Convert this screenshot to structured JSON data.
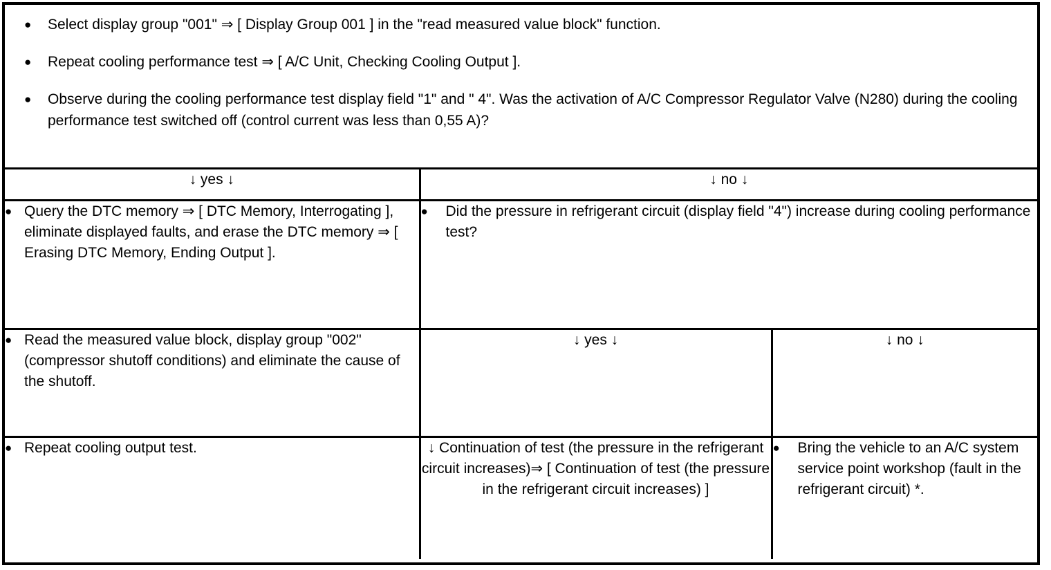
{
  "colors": {
    "ink": "#000000",
    "paper": "#ffffff"
  },
  "glyphs": {
    "bullet": "●"
  },
  "intro": {
    "bullets": [
      "Select display group \"001\" ⇒ [ Display Group 001 ] in the \"read measured value block\" function.",
      "Repeat cooling performance test ⇒ [ A/C Unit, Checking Cooling Output ].",
      "Observe during the cooling performance test display field \"1\" and \" 4\". Was the activation of A/C Compressor Regulator Valve (N280) during the cooling performance test switched off (control current was less than 0,55 A)?"
    ]
  },
  "decision_table": {
    "yes_header": "↓ yes ↓",
    "no_header": "↓ no ↓",
    "yes_branch": {
      "step1": "Query the DTC memory ⇒ [ DTC Memory, Interrogating ], eliminate displayed faults, and erase the DTC memory ⇒ [ Erasing DTC Memory, Ending Output ].",
      "step2": "Read the measured value block, display group \"002\" (compressor shutoff conditions) and eliminate the cause of the shutoff.",
      "step3": "Repeat cooling output test."
    },
    "no_branch": {
      "question": "Did the pressure in refrigerant circuit (display field \"4\") increase during cooling performance test?",
      "sub_yes_header": "↓ yes ↓",
      "sub_no_header": "↓ no ↓",
      "sub_yes_result": "↓ Continuation of test (the pressure in the refrigerant circuit increases)⇒ [ Continuation of test (the pressure in the refrigerant circuit increases) ]",
      "sub_no_result": "Bring the vehicle to an A/C system service point workshop (fault in the refrigerant circuit) *."
    }
  }
}
